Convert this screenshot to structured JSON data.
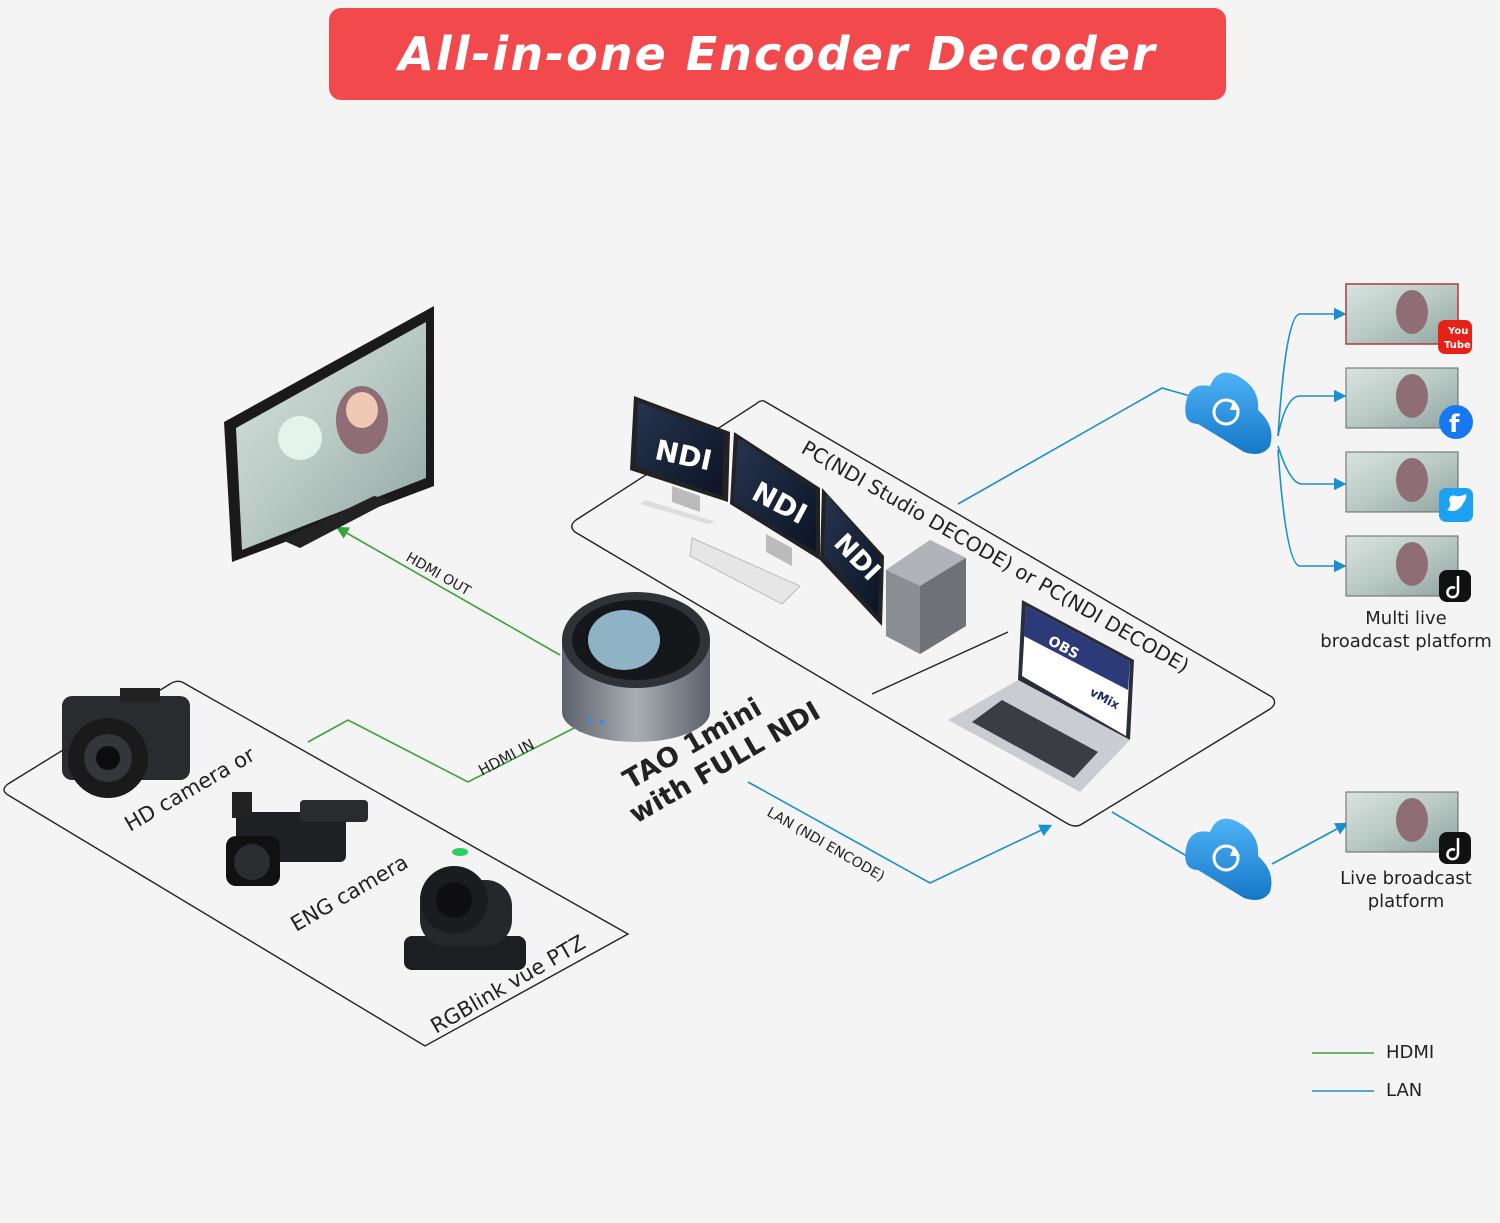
{
  "title": "All-in-one Encoder Decoder",
  "device": {
    "name_line1": "TAO 1mini",
    "name_line2": "with FULL NDI"
  },
  "links": {
    "hdmi_out": "HDMI OUT",
    "hdmi_in": "HDMI IN",
    "lan_encode": "LAN (NDI ENCODE)"
  },
  "sources": {
    "hd_camera": "HD camera or",
    "eng_camera": "ENG camera",
    "ptz_camera": "RGBlink vue PTZ"
  },
  "pc_box": {
    "label": "PC(NDI Studio DECODE)  or  PC(NDI DECODE)",
    "monitor_text": "NDI",
    "software": [
      "OBS",
      "vMix"
    ]
  },
  "platforms": {
    "multi_label_line1": "Multi live",
    "multi_label_line2": "broadcast platform",
    "single_label_line1": "Live broadcast",
    "single_label_line2": "platform",
    "services": [
      "YouTube",
      "Facebook",
      "Twitter",
      "TikTok"
    ],
    "youtube_you": "You",
    "youtube_tube": "Tube"
  },
  "legend": [
    {
      "label": "HDMI",
      "color": "#3aa33a"
    },
    {
      "label": "LAN",
      "color": "#1a8fd0"
    }
  ],
  "colors": {
    "banner": "#f24a4c",
    "hdmi": "#3aa33a",
    "lan": "#1a8fd0",
    "cloud": "#2b98e6",
    "youtube": "#e62117",
    "facebook": "#1877f2",
    "twitter": "#1da1f2",
    "tiktok": "#111111"
  }
}
